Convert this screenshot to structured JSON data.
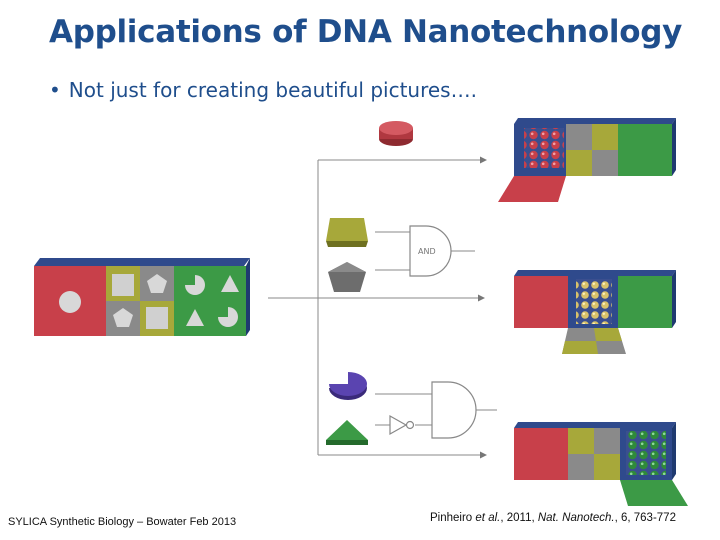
{
  "slide": {
    "title": "Applications of DNA Nanotechnology",
    "bullet": "Not just for creating beautiful pictures….",
    "bullet_symbol": "•"
  },
  "diagram": {
    "gate_label": "AND"
  },
  "footer": {
    "left": "SYLICA Synthetic Biology – Bowater Feb 2013",
    "citation_author": "Pinheiro",
    "citation_etal": "et al.",
    "citation_year": ", 2011, ",
    "citation_journal": "Nat. Nanotech.",
    "citation_rest": ", 6, 763-772"
  },
  "colors": {
    "title": "#1f4e8c",
    "red_box": "#c8404a",
    "olive_box": "#a7a83a",
    "green_box": "#3c9a46",
    "blue_frame": "#2f4a8c",
    "gold_particle": "#d8c26a",
    "green_particle": "#2f8a3a",
    "red_particle": "#c8404a"
  }
}
